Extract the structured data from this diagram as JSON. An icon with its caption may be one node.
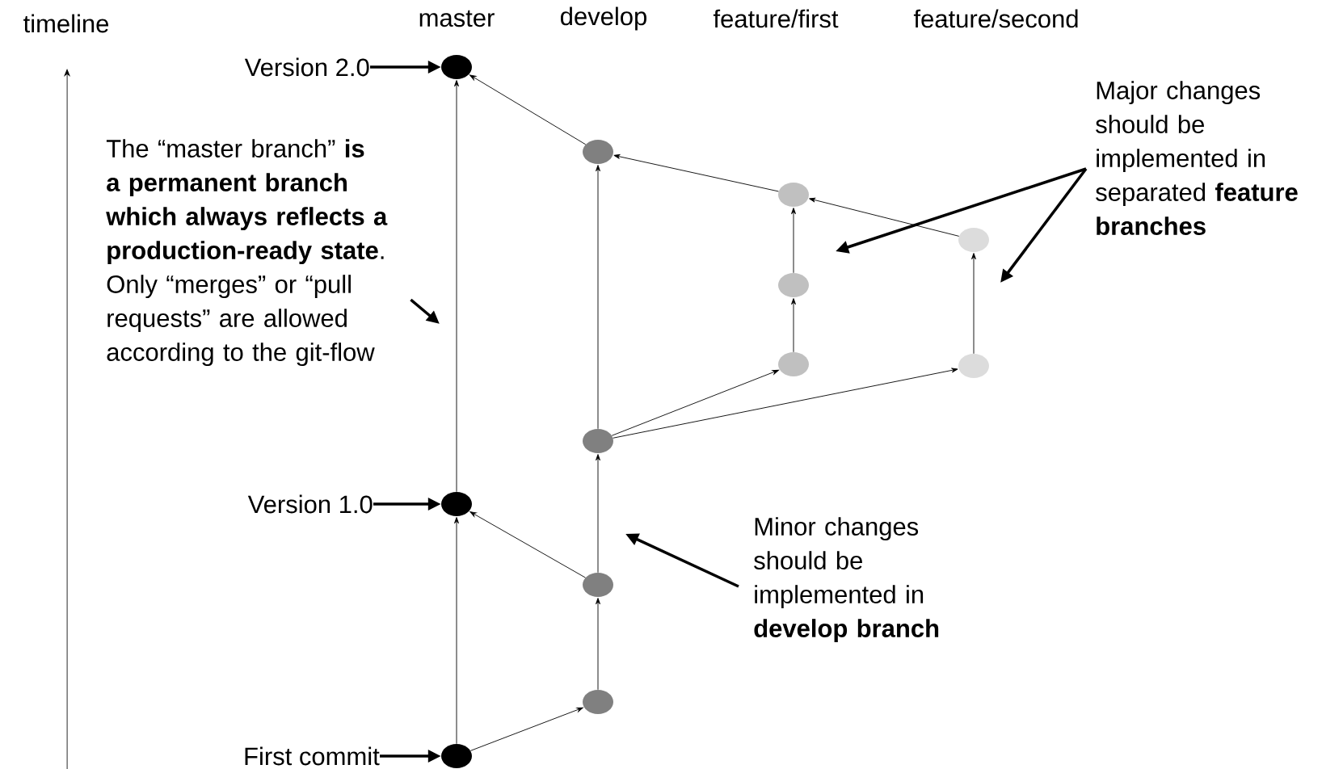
{
  "diagram": {
    "nodes": [
      {
        "text": [
          "Version 2.0"
        ]
      },
      {
        "text": [],
        "shape": "circle"
      },
      {
        "text": [
          "Major changes should be implemented in separated **feature branches**"
        ]
      },
      {
        "text": [],
        "shape": "circle"
      },
      {
        "text": [
          "The “master branch” **is a permanent branch which always reflects a production-ready state**. Only “merges” or “pull requests” are allowed according to the git-flow"
        ]
      },
      {
        "text": [],
        "shape": "circle"
      },
      {
        "text": [],
        "shape": "circle"
      },
      {
        "text": [],
        "shape": "circle"
      },
      {
        "text": [],
        "shape": "circle"
      },
      {
        "text": [],
        "shape": "circle"
      },
      {
        "text": [],
        "shape": "circle"
      },
      {
        "text": [
          "Version 1.0"
        ]
      },
      {
        "text": [],
        "shape": "circle"
      },
      {
        "text": [
          "Minor changes should be implemented in **develop branch**"
        ]
      },
      {
        "text": [],
        "shape": "circle"
      },
      {
        "text": [],
        "shape": "circle"
      },
      {
        "text": [
          "First commit"
        ]
      },
      {
        "text": [],
        "shape": "circle"
      }
    ],
    "edges": [
      {
        "from": 0,
        "to": 1,
        "arrow": "to",
        "style": "thick"
      },
      {
        "from": 17,
        "to": 12,
        "arrow": "to"
      },
      {
        "from": 12,
        "to": 1,
        "arrow": "to"
      },
      {
        "from": 17,
        "to": 15,
        "arrow": "to"
      },
      {
        "from": 15,
        "to": 14,
        "arrow": "to"
      },
      {
        "from": 14,
        "to": 12,
        "arrow": "to"
      },
      {
        "from": 14,
        "to": 10,
        "arrow": "to"
      },
      {
        "from": 10,
        "to": 3,
        "arrow": "to"
      },
      {
        "from": 3,
        "to": 1,
        "arrow": "to"
      },
      {
        "from": 10,
        "to": 8,
        "arrow": "to"
      },
      {
        "from": 8,
        "to": 7,
        "arrow": "to"
      },
      {
        "from": 7,
        "to": 5,
        "arrow": "to"
      },
      {
        "from": 5,
        "to": 3,
        "arrow": "to"
      },
      {
        "from": 10,
        "to": 9,
        "arrow": "to"
      },
      {
        "from": 9,
        "to": 6,
        "arrow": "to"
      },
      {
        "from": 6,
        "to": 5,
        "arrow": "to"
      },
      {
        "from": 11,
        "to": 12,
        "arrow": "to",
        "style": "thick"
      },
      {
        "from": 16,
        "to": 17,
        "arrow": "to",
        "style": "thick"
      },
      {
        "from": 4,
        "to": null,
        "arrow": "to",
        "style": "thick"
      },
      {
        "from": 13,
        "to": null,
        "arrow": "to",
        "style": "thick"
      },
      {
        "from": 2,
        "to": null,
        "arrow": "to",
        "style": "thick"
      },
      {
        "from": 2,
        "to": null,
        "arrow": "to",
        "style": "thick"
      }
    ],
    "labels": [
      "timeline",
      "master",
      "develop",
      "feature/first",
      "feature/second"
    ]
  }
}
